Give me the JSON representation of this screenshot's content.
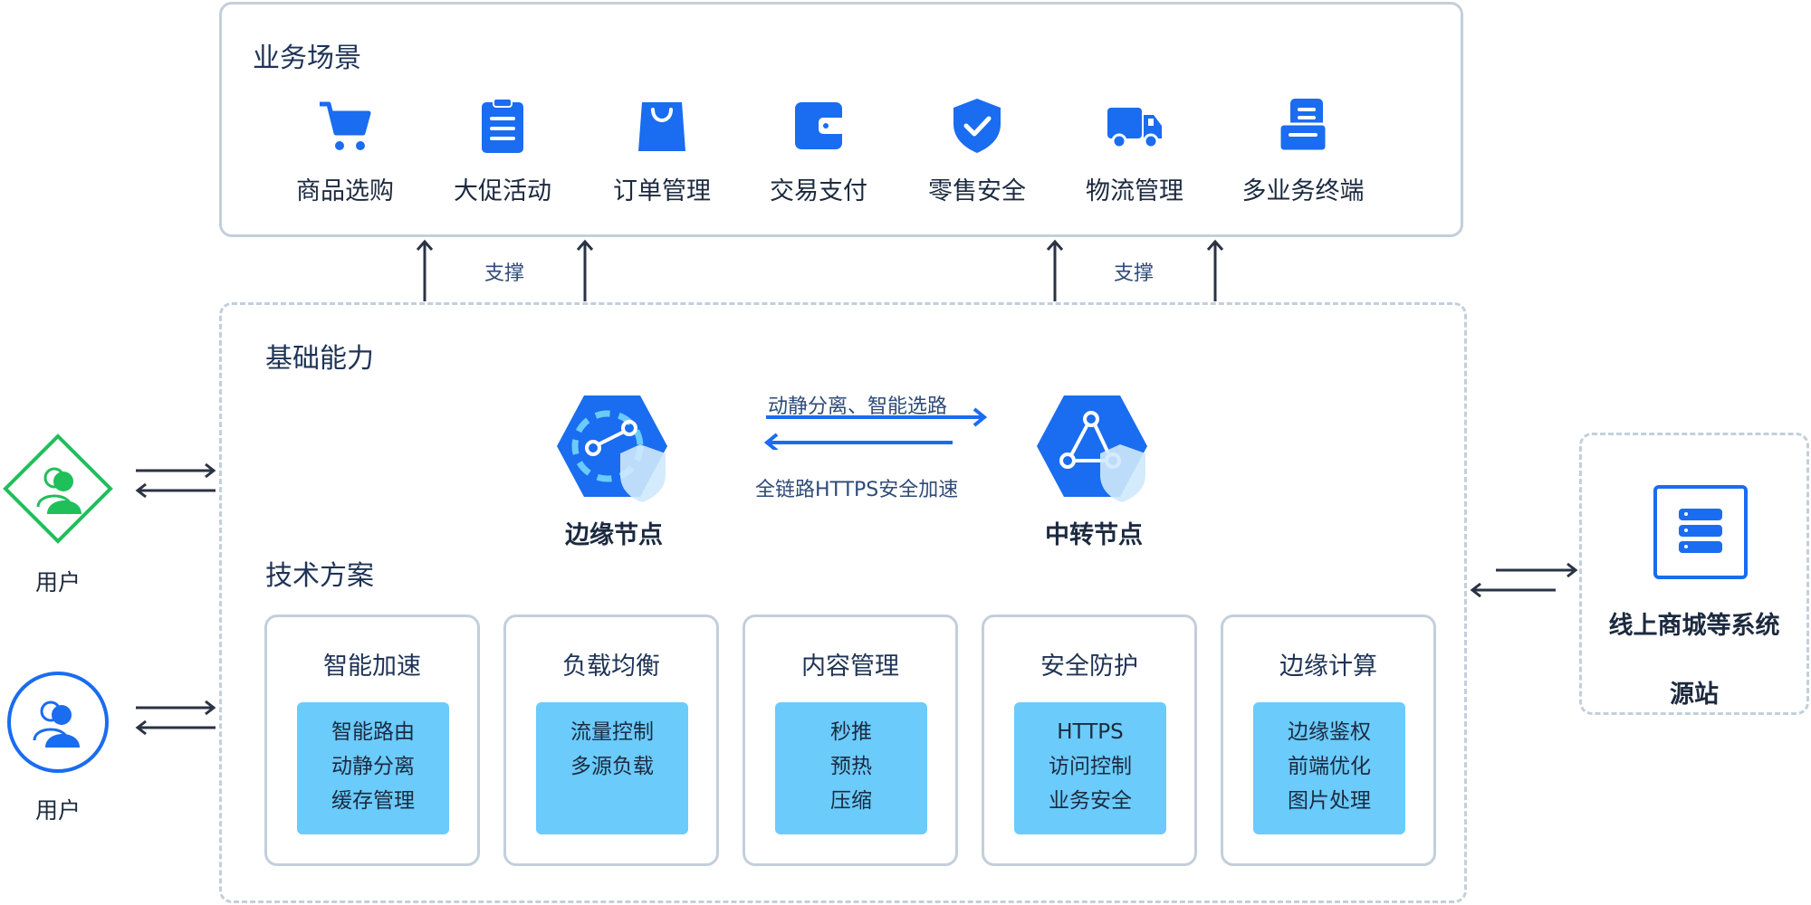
{
  "business": {
    "title": "业务场景",
    "support_label": "支撑",
    "items": [
      {
        "label": "商品选购",
        "icon": "shopping-cart-icon"
      },
      {
        "label": "大促活动",
        "icon": "clipboard-icon"
      },
      {
        "label": "订单管理",
        "icon": "shopping-bag-icon"
      },
      {
        "label": "交易支付",
        "icon": "wallet-icon"
      },
      {
        "label": "零售安全",
        "icon": "shield-check-icon"
      },
      {
        "label": "物流管理",
        "icon": "truck-icon"
      },
      {
        "label": "多业务终端",
        "icon": "terminal-stack-icon"
      }
    ]
  },
  "basic": {
    "title": "基础能力",
    "edge_node": {
      "label": "边缘节点",
      "icon": "edge-node-icon"
    },
    "relay_node": {
      "label": "中转节点",
      "icon": "relay-node-icon"
    },
    "link_top_label": "动静分离、智能选路",
    "link_bottom_label": "全链路HTTPS安全加速"
  },
  "tech": {
    "title": "技术方案",
    "cards": [
      {
        "title": "智能加速",
        "items": [
          "智能路由",
          "动静分离",
          "缓存管理"
        ]
      },
      {
        "title": "负载均衡",
        "items": [
          "流量控制",
          "多源负载"
        ]
      },
      {
        "title": "内容管理",
        "items": [
          "秒推",
          "预热",
          "压缩"
        ]
      },
      {
        "title": "安全防护",
        "items": [
          "HTTPS",
          "访问控制",
          "业务安全"
        ]
      },
      {
        "title": "边缘计算",
        "items": [
          "边缘鉴权",
          "前端优化",
          "图片处理"
        ]
      }
    ]
  },
  "users": [
    {
      "label": "用户",
      "icon": "user-diamond-icon",
      "color": "#1fbf5a"
    },
    {
      "label": "用户",
      "icon": "user-circle-icon",
      "color": "#1a6cf0"
    }
  ],
  "origin": {
    "name": "线上商城等系统",
    "label": "源站",
    "icon": "server-icon"
  },
  "colors": {
    "accent": "#1a6cf0",
    "border": "#c3cfdb",
    "card_fill": "#6bcbfb",
    "arrow": "#2a3344",
    "user_green": "#1fbf5a"
  }
}
